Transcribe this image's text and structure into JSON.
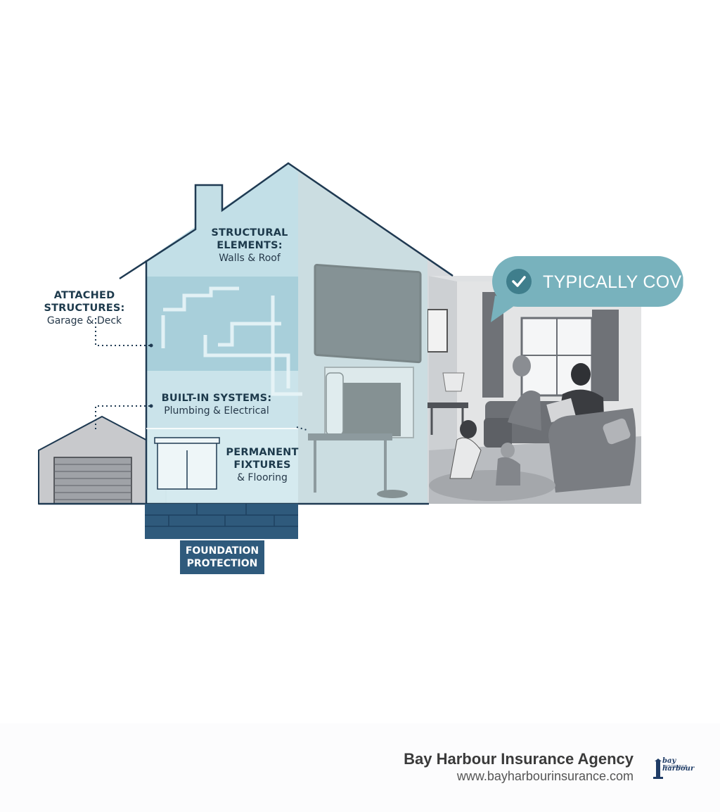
{
  "labels": {
    "structural": {
      "heading_1": "STRUCTURAL",
      "heading_2": "ELEMENTS:",
      "sub": "Walls & Roof"
    },
    "attached": {
      "heading": "ATTACHED STRUCTURES:",
      "sub": "Garage & Deck"
    },
    "systems": {
      "heading": "BUILT-IN SYSTEMS:",
      "sub": "Plumbing & Electrical"
    },
    "fixtures": {
      "heading_1": "PERMANENT",
      "heading_2": "FIXTURES",
      "sub": "& Flooring"
    },
    "foundation": {
      "line_1": "FOUNDATION",
      "line_2": "PROTECTION"
    }
  },
  "callout": {
    "text": "TYPICALLY COVE",
    "icon": "check-icon"
  },
  "footer": {
    "company": "Bay Harbour Insurance Agency",
    "url": "www.bayharbourinsurance.com",
    "logo_text": "bay harbour",
    "logo_sub": "INSURANCE"
  },
  "colors": {
    "house_light": "#cfe5ea",
    "house_mid": "#a9d0da",
    "foundation": "#2f5a7c",
    "outline": "#1f3a52",
    "callout": "#78b2bd"
  }
}
